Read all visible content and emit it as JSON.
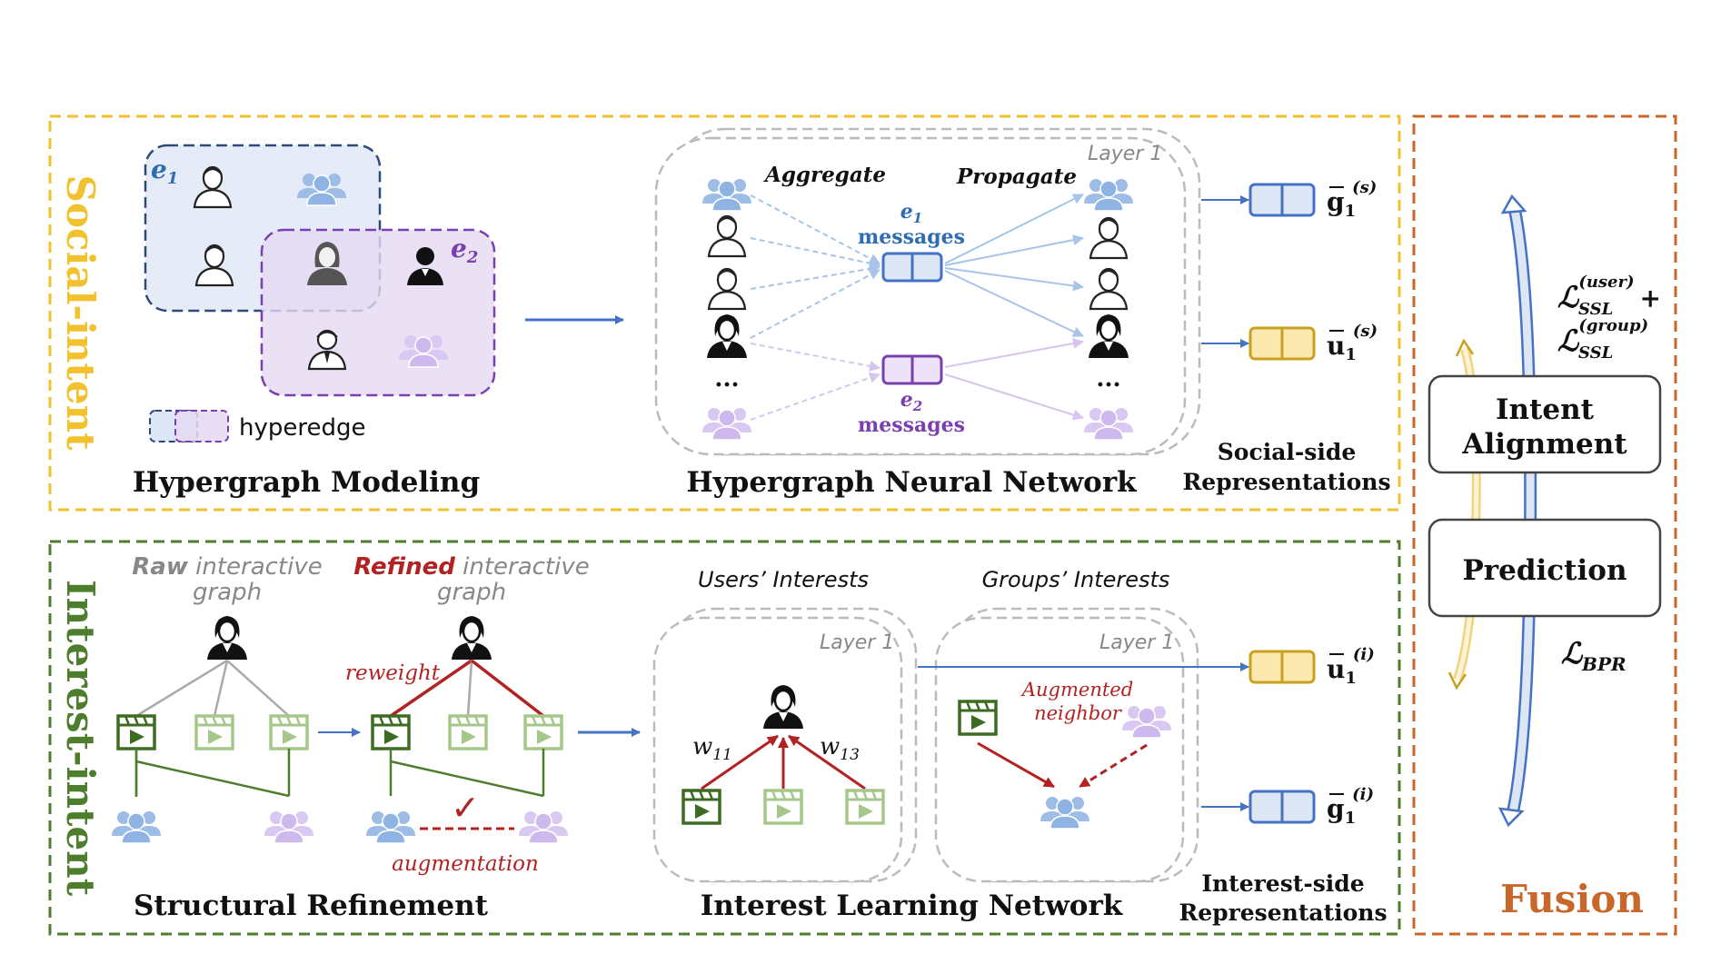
{
  "social": {
    "side_label": "Social-intent",
    "modeling_title": "Hypergraph Modeling",
    "e1_label": "e",
    "e1_sub": "1",
    "e2_label": "e",
    "e2_sub": "2",
    "hyperedge_label": "hyperedge",
    "hgnn_title": "Hypergraph Neural Network",
    "layer_label": "Layer 1",
    "aggregate_label": "Aggregate",
    "propagate_label": "Propagate",
    "e1_messages_top": "e",
    "e1_messages_sub": "1",
    "e1_messages": "messages",
    "e2_messages_top": "e",
    "e2_messages_sub": "2",
    "e2_messages": "messages",
    "dots": "...",
    "g_label": "g",
    "g_sub": "1",
    "g_sup": "(s)",
    "u_label": "u",
    "u_sub": "1",
    "u_sup": "(s)",
    "rep_title_1": "Social-side",
    "rep_title_2": "Representations"
  },
  "interest": {
    "side_label": "Interest-intent",
    "raw_bold": "Raw",
    "raw_rest": " interactive",
    "raw_line2": "graph",
    "refined_bold": "Refined",
    "refined_rest": " interactive",
    "refined_line2": "graph",
    "reweight": "reweight",
    "augmentation": "augmentation",
    "check": "✓",
    "refinement_title": "Structural Refinement",
    "users_interests": "Users’ Interests",
    "groups_interests": "Groups’ Interests",
    "layer_label": "Layer 1",
    "w11": "w",
    "w11_sub": "11",
    "w13": "w",
    "w13_sub": "13",
    "augmented_1": "Augmented",
    "augmented_2": "neighbor",
    "iln_title": "Interest Learning Network",
    "u_label": "u",
    "u_sub": "1",
    "u_sup": "(i)",
    "g_label": "g",
    "g_sub": "1",
    "g_sup": "(i)",
    "rep_title_1": "Interest-side",
    "rep_title_2": "Representations"
  },
  "fusion": {
    "title": "Fusion",
    "intent_1": "Intent",
    "intent_2": "Alignment",
    "prediction": "Prediction",
    "loss_user_main": "ℒ",
    "loss_user_sup": "(user)",
    "loss_ssl_sub": "SSL",
    "plus": "+",
    "loss_group_sup": "(group)",
    "loss_bpr_main": "ℒ",
    "loss_bpr_sub": "BPR"
  },
  "colors": {
    "social_border": "#f2c12e",
    "interest_border": "#4e7d2e",
    "fusion_border": "#c9662a",
    "blue": "#4472c4",
    "purple": "#7a3fb0",
    "red": "#b22222",
    "gold": "#c8a21e",
    "green_dark": "#3e6b22",
    "green_light": "#a5c88a"
  }
}
